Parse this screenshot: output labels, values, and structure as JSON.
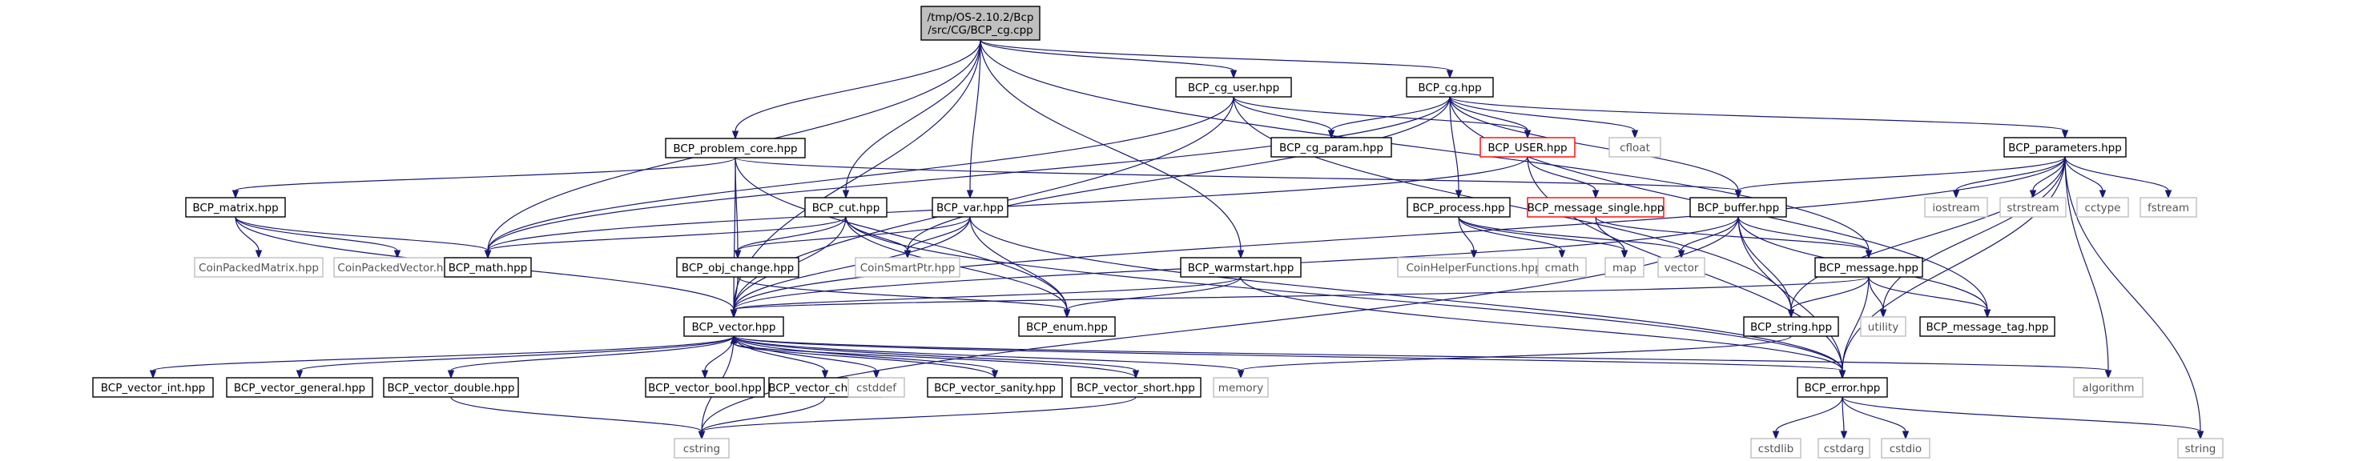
{
  "root": "/tmp/OS-2.10.2/Bcp\n/src/CG/BCP_cg.cpp",
  "nodes": [
    {
      "id": "root",
      "label": "/tmp/OS-2.10.2/Bcp\n/src/CG/BCP_cg.cpp",
      "kind": "root"
    },
    {
      "id": "cg_user",
      "label": "BCP_cg_user.hpp",
      "kind": "local"
    },
    {
      "id": "cg",
      "label": "BCP_cg.hpp",
      "kind": "local"
    },
    {
      "id": "problem_core",
      "label": "BCP_problem_core.hpp",
      "kind": "local"
    },
    {
      "id": "cg_param",
      "label": "BCP_cg_param.hpp",
      "kind": "local"
    },
    {
      "id": "USER",
      "label": "BCP_USER.hpp",
      "kind": "red"
    },
    {
      "id": "cfloat",
      "label": "cfloat",
      "kind": "system"
    },
    {
      "id": "parameters",
      "label": "BCP_parameters.hpp",
      "kind": "local"
    },
    {
      "id": "matrix",
      "label": "BCP_matrix.hpp",
      "kind": "local"
    },
    {
      "id": "cut",
      "label": "BCP_cut.hpp",
      "kind": "local"
    },
    {
      "id": "var",
      "label": "BCP_var.hpp",
      "kind": "local"
    },
    {
      "id": "process",
      "label": "BCP_process.hpp",
      "kind": "local"
    },
    {
      "id": "message_single",
      "label": "BCP_message_single.hpp",
      "kind": "red"
    },
    {
      "id": "buffer",
      "label": "BCP_buffer.hpp",
      "kind": "local"
    },
    {
      "id": "iostream",
      "label": "iostream",
      "kind": "system"
    },
    {
      "id": "strstream",
      "label": "strstream",
      "kind": "system"
    },
    {
      "id": "cctype",
      "label": "cctype",
      "kind": "system"
    },
    {
      "id": "fstream",
      "label": "fstream",
      "kind": "system"
    },
    {
      "id": "CoinPackedMatrix",
      "label": "CoinPackedMatrix.hpp",
      "kind": "system"
    },
    {
      "id": "CoinPackedVector",
      "label": "CoinPackedVector.hpp",
      "kind": "system"
    },
    {
      "id": "math",
      "label": "BCP_math.hpp",
      "kind": "local"
    },
    {
      "id": "obj_change",
      "label": "BCP_obj_change.hpp",
      "kind": "local"
    },
    {
      "id": "CoinSmartPtr",
      "label": "CoinSmartPtr.hpp",
      "kind": "system"
    },
    {
      "id": "warmstart",
      "label": "BCP_warmstart.hpp",
      "kind": "local"
    },
    {
      "id": "CoinHelperFunctions",
      "label": "CoinHelperFunctions.hpp",
      "kind": "system"
    },
    {
      "id": "cmath",
      "label": "cmath",
      "kind": "system"
    },
    {
      "id": "map",
      "label": "map",
      "kind": "system"
    },
    {
      "id": "vector",
      "label": "vector",
      "kind": "system"
    },
    {
      "id": "message",
      "label": "BCP_message.hpp",
      "kind": "local"
    },
    {
      "id": "vector_hpp",
      "label": "BCP_vector.hpp",
      "kind": "local"
    },
    {
      "id": "enum",
      "label": "BCP_enum.hpp",
      "kind": "local"
    },
    {
      "id": "string_hpp",
      "label": "BCP_string.hpp",
      "kind": "local"
    },
    {
      "id": "utility",
      "label": "utility",
      "kind": "system"
    },
    {
      "id": "message_tag",
      "label": "BCP_message_tag.hpp",
      "kind": "local"
    },
    {
      "id": "vector_int",
      "label": "BCP_vector_int.hpp",
      "kind": "local"
    },
    {
      "id": "vector_general",
      "label": "BCP_vector_general.hpp",
      "kind": "local"
    },
    {
      "id": "vector_double",
      "label": "BCP_vector_double.hpp",
      "kind": "local"
    },
    {
      "id": "vector_bool",
      "label": "BCP_vector_bool.hpp",
      "kind": "local"
    },
    {
      "id": "vector_char",
      "label": "BCP_vector_char.hpp",
      "kind": "local"
    },
    {
      "id": "cstddef",
      "label": "cstddef",
      "kind": "system"
    },
    {
      "id": "vector_sanity",
      "label": "BCP_vector_sanity.hpp",
      "kind": "local"
    },
    {
      "id": "vector_short",
      "label": "BCP_vector_short.hpp",
      "kind": "local"
    },
    {
      "id": "memory",
      "label": "memory",
      "kind": "system"
    },
    {
      "id": "error",
      "label": "BCP_error.hpp",
      "kind": "local"
    },
    {
      "id": "algorithm",
      "label": "algorithm",
      "kind": "system"
    },
    {
      "id": "cstring",
      "label": "cstring",
      "kind": "system"
    },
    {
      "id": "cstdlib",
      "label": "cstdlib",
      "kind": "system"
    },
    {
      "id": "cstdarg",
      "label": "cstdarg",
      "kind": "system"
    },
    {
      "id": "cstdio",
      "label": "cstdio",
      "kind": "system"
    },
    {
      "id": "string",
      "label": "string",
      "kind": "system"
    }
  ],
  "edges": [
    [
      "root",
      "cg_user"
    ],
    [
      "root",
      "cg"
    ],
    [
      "root",
      "problem_core"
    ],
    [
      "root",
      "cut"
    ],
    [
      "root",
      "var"
    ],
    [
      "root",
      "warmstart"
    ],
    [
      "root",
      "math"
    ],
    [
      "root",
      "vector_hpp"
    ],
    [
      "root",
      "message"
    ],
    [
      "cg_user",
      "cg_param"
    ],
    [
      "cg_user",
      "USER"
    ],
    [
      "cg_user",
      "math"
    ],
    [
      "cg_user",
      "string_hpp"
    ],
    [
      "cg_user",
      "vector_hpp"
    ],
    [
      "cg",
      "cg_param"
    ],
    [
      "cg",
      "USER"
    ],
    [
      "cg",
      "cfloat"
    ],
    [
      "cg",
      "parameters"
    ],
    [
      "cg",
      "process"
    ],
    [
      "cg",
      "buffer"
    ],
    [
      "cg",
      "CoinSmartPtr"
    ],
    [
      "cg",
      "math"
    ],
    [
      "cg",
      "message_tag"
    ],
    [
      "problem_core",
      "matrix"
    ],
    [
      "problem_core",
      "obj_change"
    ],
    [
      "problem_core",
      "enum"
    ],
    [
      "problem_core",
      "vector_hpp"
    ],
    [
      "problem_core",
      "buffer"
    ],
    [
      "USER",
      "message_single"
    ],
    [
      "USER",
      "math"
    ],
    [
      "USER",
      "error"
    ],
    [
      "parameters",
      "buffer"
    ],
    [
      "parameters",
      "iostream"
    ],
    [
      "parameters",
      "strstream"
    ],
    [
      "parameters",
      "cctype"
    ],
    [
      "parameters",
      "fstream"
    ],
    [
      "parameters",
      "string_hpp"
    ],
    [
      "parameters",
      "algorithm"
    ],
    [
      "parameters",
      "string"
    ],
    [
      "parameters",
      "utility"
    ],
    [
      "parameters",
      "error"
    ],
    [
      "parameters",
      "vector_hpp"
    ],
    [
      "matrix",
      "CoinPackedMatrix"
    ],
    [
      "matrix",
      "CoinPackedVector"
    ],
    [
      "matrix",
      "math"
    ],
    [
      "matrix",
      "vector_hpp"
    ],
    [
      "cut",
      "obj_change"
    ],
    [
      "cut",
      "CoinSmartPtr"
    ],
    [
      "cut",
      "math"
    ],
    [
      "cut",
      "enum"
    ],
    [
      "cut",
      "vector_hpp"
    ],
    [
      "cut",
      "error"
    ],
    [
      "var",
      "obj_change"
    ],
    [
      "var",
      "CoinSmartPtr"
    ],
    [
      "var",
      "enum"
    ],
    [
      "var",
      "vector_hpp"
    ],
    [
      "var",
      "error"
    ],
    [
      "process",
      "CoinHelperFunctions"
    ],
    [
      "process",
      "cmath"
    ],
    [
      "process",
      "map"
    ],
    [
      "process",
      "vector"
    ],
    [
      "message_single",
      "map"
    ],
    [
      "message_single",
      "message"
    ],
    [
      "buffer",
      "message"
    ],
    [
      "buffer",
      "vector"
    ],
    [
      "buffer",
      "string_hpp"
    ],
    [
      "buffer",
      "message_tag"
    ],
    [
      "buffer",
      "error"
    ],
    [
      "buffer",
      "cstring"
    ],
    [
      "buffer",
      "vector_hpp"
    ],
    [
      "obj_change",
      "vector_hpp"
    ],
    [
      "obj_change",
      "enum"
    ],
    [
      "warmstart",
      "vector_hpp"
    ],
    [
      "warmstart",
      "enum"
    ],
    [
      "warmstart",
      "error"
    ],
    [
      "message",
      "vector_hpp"
    ],
    [
      "message",
      "string_hpp"
    ],
    [
      "message",
      "utility"
    ],
    [
      "message",
      "message_tag"
    ],
    [
      "message",
      "error"
    ],
    [
      "string_hpp",
      "memory"
    ],
    [
      "vector_hpp",
      "vector_int"
    ],
    [
      "vector_hpp",
      "vector_general"
    ],
    [
      "vector_hpp",
      "vector_double"
    ],
    [
      "vector_hpp",
      "vector_bool"
    ],
    [
      "vector_hpp",
      "vector_char"
    ],
    [
      "vector_hpp",
      "cstddef"
    ],
    [
      "vector_hpp",
      "vector_sanity"
    ],
    [
      "vector_hpp",
      "vector_short"
    ],
    [
      "vector_hpp",
      "memory"
    ],
    [
      "vector_hpp",
      "error"
    ],
    [
      "vector_hpp",
      "algorithm"
    ],
    [
      "vector_hpp",
      "cstring"
    ],
    [
      "vector_double",
      "cstring"
    ],
    [
      "vector_char",
      "cstring"
    ],
    [
      "vector_short",
      "cstring"
    ],
    [
      "vector_sanity",
      "vector_hpp"
    ],
    [
      "vector_short",
      "vector_hpp"
    ],
    [
      "error",
      "cstdlib"
    ],
    [
      "error",
      "cstdarg"
    ],
    [
      "error",
      "cstdio"
    ],
    [
      "error",
      "string"
    ]
  ],
  "colors": {
    "edge": "#191970",
    "root_fill": "#bfbfbf",
    "local_border": "#000000",
    "red_border": "#ff0000",
    "system_border": "#bfbfbf",
    "system_text": "#555555"
  }
}
